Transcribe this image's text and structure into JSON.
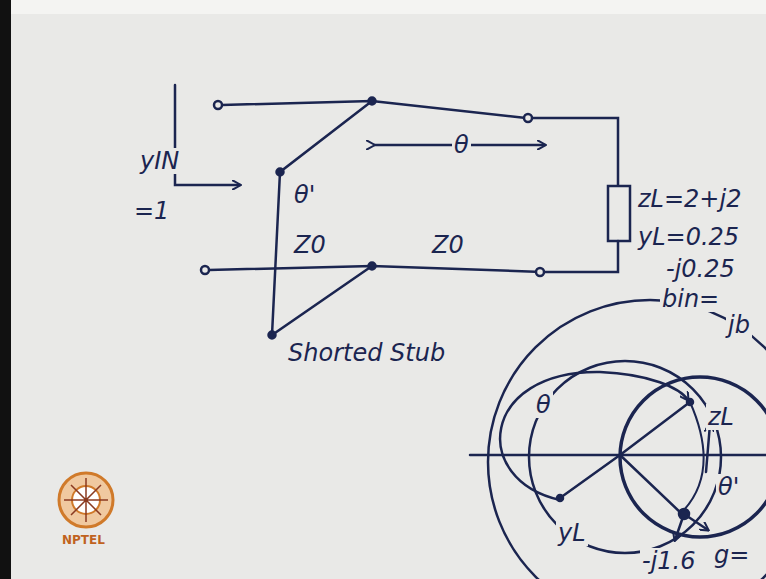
{
  "diagram": {
    "labels": [
      "yIN",
      "=1",
      "θ",
      "θ'",
      "Z0",
      "Z0",
      "zL=2+j2",
      "yL=0.25",
      "-j0.25",
      "Shorted Stub",
      "bin=",
      "jb",
      "θ",
      "zL",
      "θ'",
      "yL",
      "-j1.6",
      "g=",
      "NPTEL"
    ]
  }
}
